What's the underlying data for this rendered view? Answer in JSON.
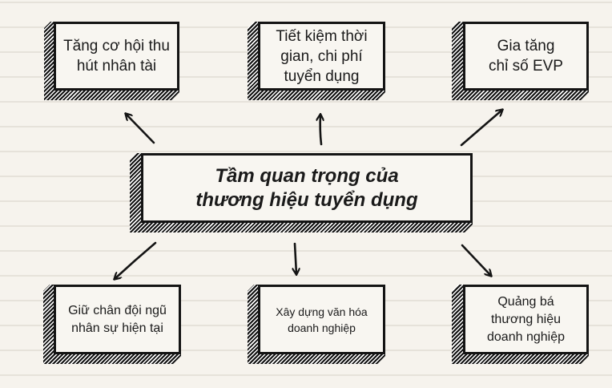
{
  "center": {
    "line1": "Tầm quan trọng của",
    "line2": "thương hiệu tuyển dụng"
  },
  "top_boxes": [
    {
      "lines": [
        "Tăng cơ hội thu",
        "hút nhân tài"
      ]
    },
    {
      "lines": [
        "Tiết kiệm thời",
        "gian, chi phí",
        "tuyển dụng"
      ]
    },
    {
      "lines": [
        "Gia tăng",
        "chỉ số EVP"
      ]
    }
  ],
  "bottom_boxes": [
    {
      "lines": [
        "Giữ chân đội ngũ",
        "nhân sự hiện tại"
      ]
    },
    {
      "lines": [
        "Xây dựng văn hóa",
        "doanh nghiệp"
      ]
    },
    {
      "lines": [
        "Quảng bá",
        "thương hiệu",
        "doanh nghiệp"
      ]
    }
  ],
  "colors": {
    "background": "#f6f3ed",
    "ruled_line": "#e6e2da",
    "ink": "#141414",
    "box_face": "#f8f6f1"
  }
}
